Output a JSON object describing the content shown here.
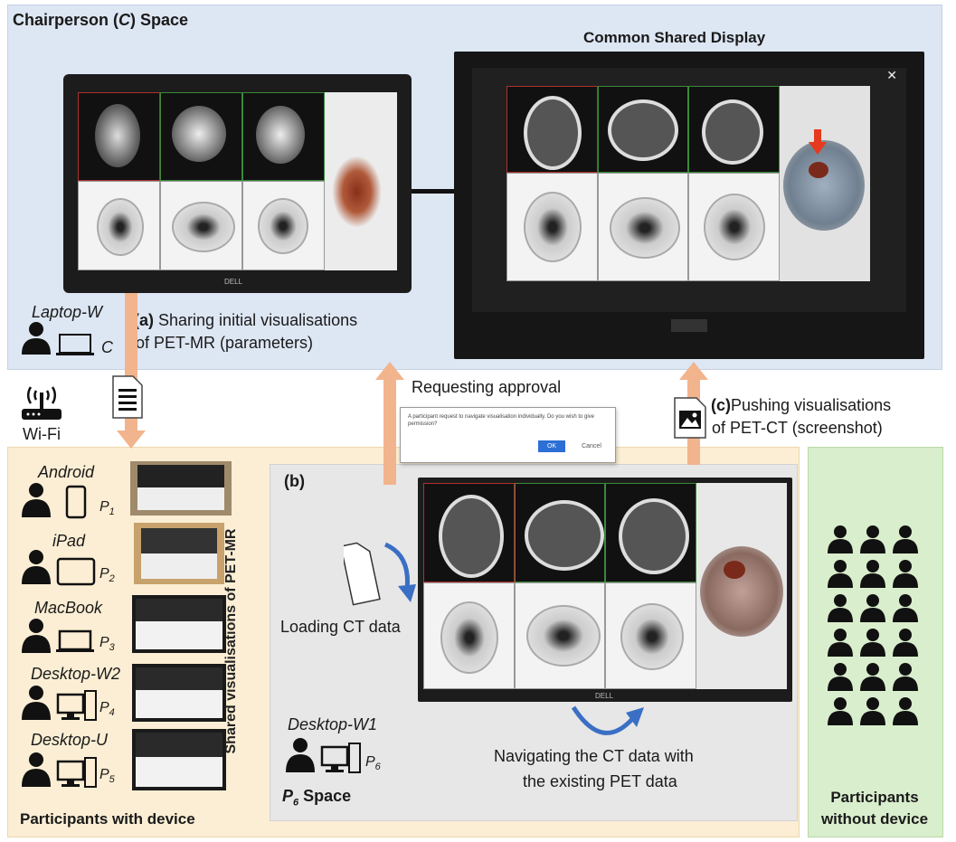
{
  "chair_space": {
    "title_prefix": "Chairperson (",
    "title_c": "C",
    "title_suffix": ") Space",
    "shared_display_title": "Common Shared Display",
    "laptop_label": "Laptop-W",
    "laptop_participant": "C",
    "laptop_brand": "DELL"
  },
  "step_a": {
    "marker": "(a)",
    "line1": "Sharing initial visualisations",
    "line2": "of PET-MR (parameters)"
  },
  "wifi": {
    "label": "Wi-Fi"
  },
  "request": {
    "label": "Requesting approval",
    "dialog_text": "A participant request to navigate visualisation individually. Do you wish to give permission?",
    "ok": "OK",
    "cancel": "Cancel"
  },
  "step_c": {
    "marker": "(c)",
    "line1": "Pushing visualisations",
    "line2": "of PET-CT (screenshot)"
  },
  "participants": {
    "vertical_label": "Shared visualisations of PET-MR",
    "footer": "Participants with device",
    "devices": [
      {
        "name": "Android",
        "id": "P",
        "sub": "1"
      },
      {
        "name": "iPad",
        "id": "P",
        "sub": "2"
      },
      {
        "name": "MacBook",
        "id": "P",
        "sub": "3"
      },
      {
        "name": "Desktop-W2",
        "id": "P",
        "sub": "4"
      },
      {
        "name": "Desktop-U",
        "id": "P",
        "sub": "5"
      }
    ]
  },
  "p6_space": {
    "marker": "(b)",
    "loading": "Loading CT data",
    "navigating_line1": "Navigating the CT data with",
    "navigating_line2": "the existing PET data",
    "device": "Desktop-W1",
    "participant": "P",
    "participant_sub": "6",
    "footer_p": "P",
    "footer_sub": "6",
    "footer_suffix": " Space",
    "monitor_brand": "DELL"
  },
  "no_device": {
    "line1": "Participants",
    "line2": "without device"
  },
  "colors": {
    "arrow": "#f2b48c",
    "chair_bg": "#dde6f3",
    "participants_bg": "#fbeed4",
    "p6_bg": "#e7e7e7",
    "nodevice_bg": "#d9eecd",
    "pointer_red": "#e53a1e",
    "nav_arrow_blue": "#3a6fc4"
  }
}
